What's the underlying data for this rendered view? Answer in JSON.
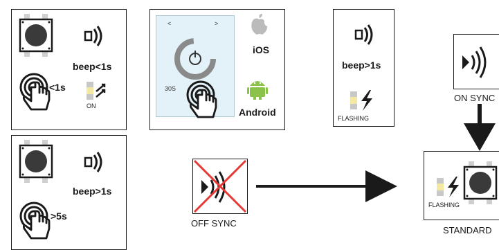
{
  "panel1": {
    "beep": "beep<1s",
    "press": "<1s",
    "led": "ON"
  },
  "panel2": {
    "ios": "iOS",
    "android": "Android",
    "remote_left": "<",
    "remote_right": ">",
    "remote_time": "30S"
  },
  "panel3": {
    "beep": "beep>1s",
    "led": "FLASHING"
  },
  "panel4": {
    "beep": "beep>1s",
    "press": ">5s"
  },
  "off_sync": {
    "label": "OFF SYNC"
  },
  "on_sync": {
    "label": "ON SYNC"
  },
  "standard": {
    "label": "STANDARD",
    "led": "FLASHING"
  },
  "colors": {
    "led_yellow": "#f3e9a2",
    "led_gray": "#c8c8c8",
    "android_green": "#8bc34a",
    "cross_red": "#e53935",
    "ring_gray": "#8a8a8a"
  },
  "icons": [
    "push-button-icon",
    "speaker-icon",
    "hand-press-icon",
    "led-icon",
    "apple-icon",
    "android-icon",
    "lightning-icon",
    "arrow-right",
    "arrow-down"
  ]
}
